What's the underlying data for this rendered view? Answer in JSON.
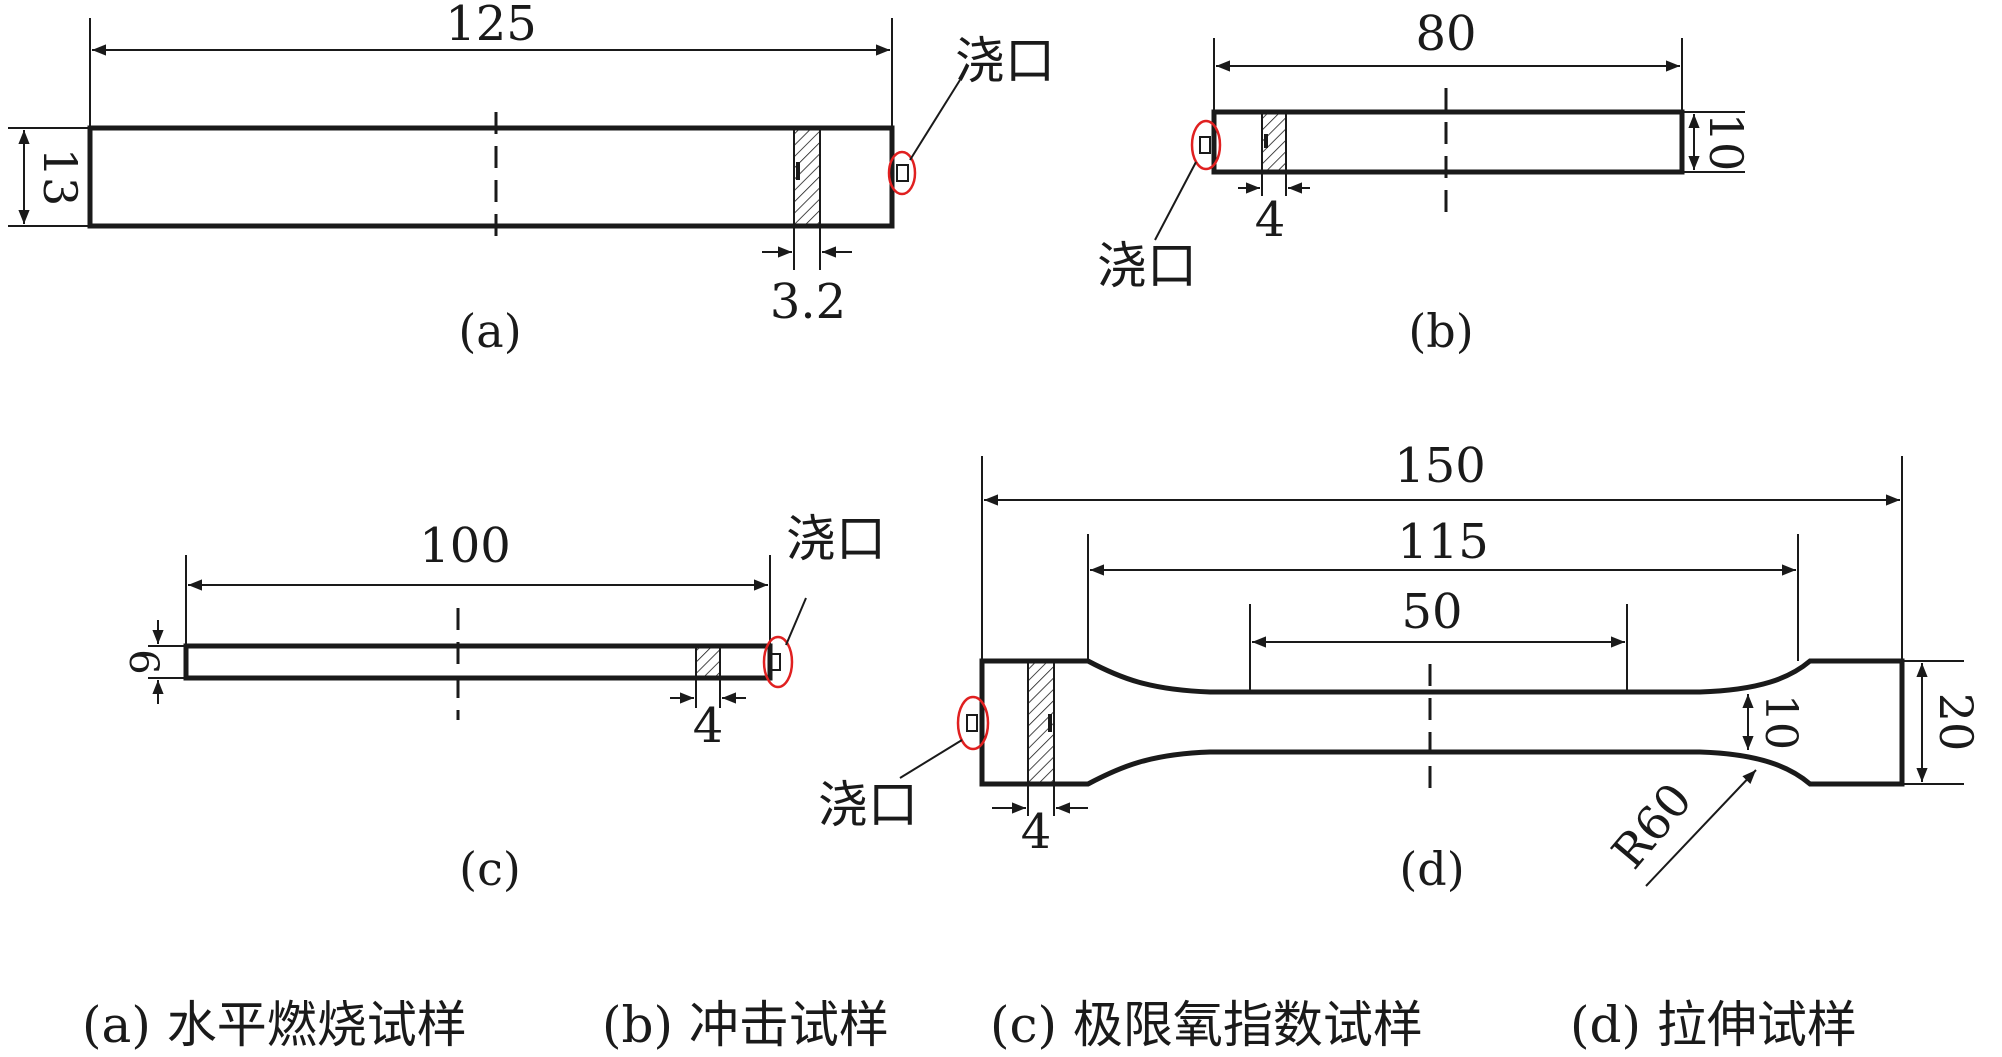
{
  "gate_label": "浇口",
  "panel_a": {
    "label": "(a)",
    "length": "125",
    "width": "13",
    "section": "3.2"
  },
  "panel_b": {
    "label": "(b)",
    "length": "80",
    "width": "10",
    "section": "4"
  },
  "panel_c": {
    "label": "(c)",
    "length": "100",
    "width": "6",
    "section": "4"
  },
  "panel_d": {
    "label": "(d)",
    "overall": "150",
    "shoulder": "115",
    "gauge": "50",
    "neck_width": "10",
    "end_width": "20",
    "section": "4",
    "radius": "R60"
  },
  "captions": [
    "(a) 水平燃烧试样",
    "(b) 冲击试样",
    "(c) 极限氧指数试样",
    "(d) 拉伸试样"
  ],
  "colors": {
    "ink": "#1a1a1a",
    "gate_circle": "#e02020"
  }
}
